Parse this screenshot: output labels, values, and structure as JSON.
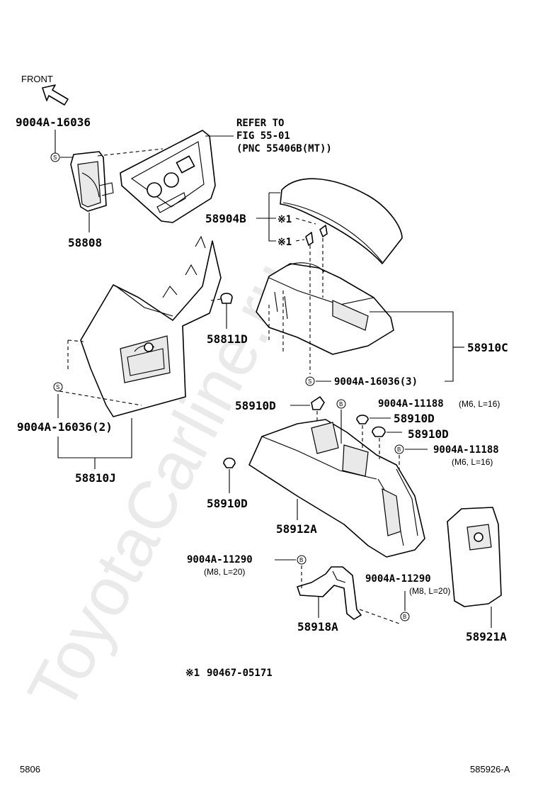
{
  "watermark": "ToyotaCarline.ru",
  "front_label": "FRONT",
  "refer": {
    "line1": "REFER TO",
    "line2": "FIG 55-01",
    "line3": "(PNC 55406B(MT))"
  },
  "symbols": {
    "screw": "S",
    "bolt": "B",
    "note_mark": "※1"
  },
  "callouts": {
    "screw_top": "9004A-16036",
    "p58808": "58808",
    "p58904B": "58904B",
    "p58811D": "58811D",
    "p58910C": "58910C",
    "screw_3": "9004A-16036(3)",
    "p58910D_a": "58910D",
    "bolt_11188_a": "9004A-11188",
    "bolt_11188_a_spec": "(M6, L=16)",
    "p58910D_b": "58910D",
    "p58910D_c": "58910D",
    "bolt_11188_b": "9004A-11188",
    "bolt_11188_b_spec": "(M6, L=16)",
    "screw_2": "9004A-16036(2)",
    "p58810J": "58810J",
    "p58910D_d": "58910D",
    "p58912A": "58912A",
    "bolt_11290_a": "9004A-11290",
    "bolt_11290_a_spec": "(M8, L=20)",
    "bolt_11290_b": "9004A-11290",
    "bolt_11290_b_spec": "(M8, L=20)",
    "p58918A": "58918A",
    "p58921A": "58921A"
  },
  "note": {
    "mark": "※1",
    "part": "90467-05171"
  },
  "footer": {
    "left": "5806",
    "right": "585926-A"
  }
}
